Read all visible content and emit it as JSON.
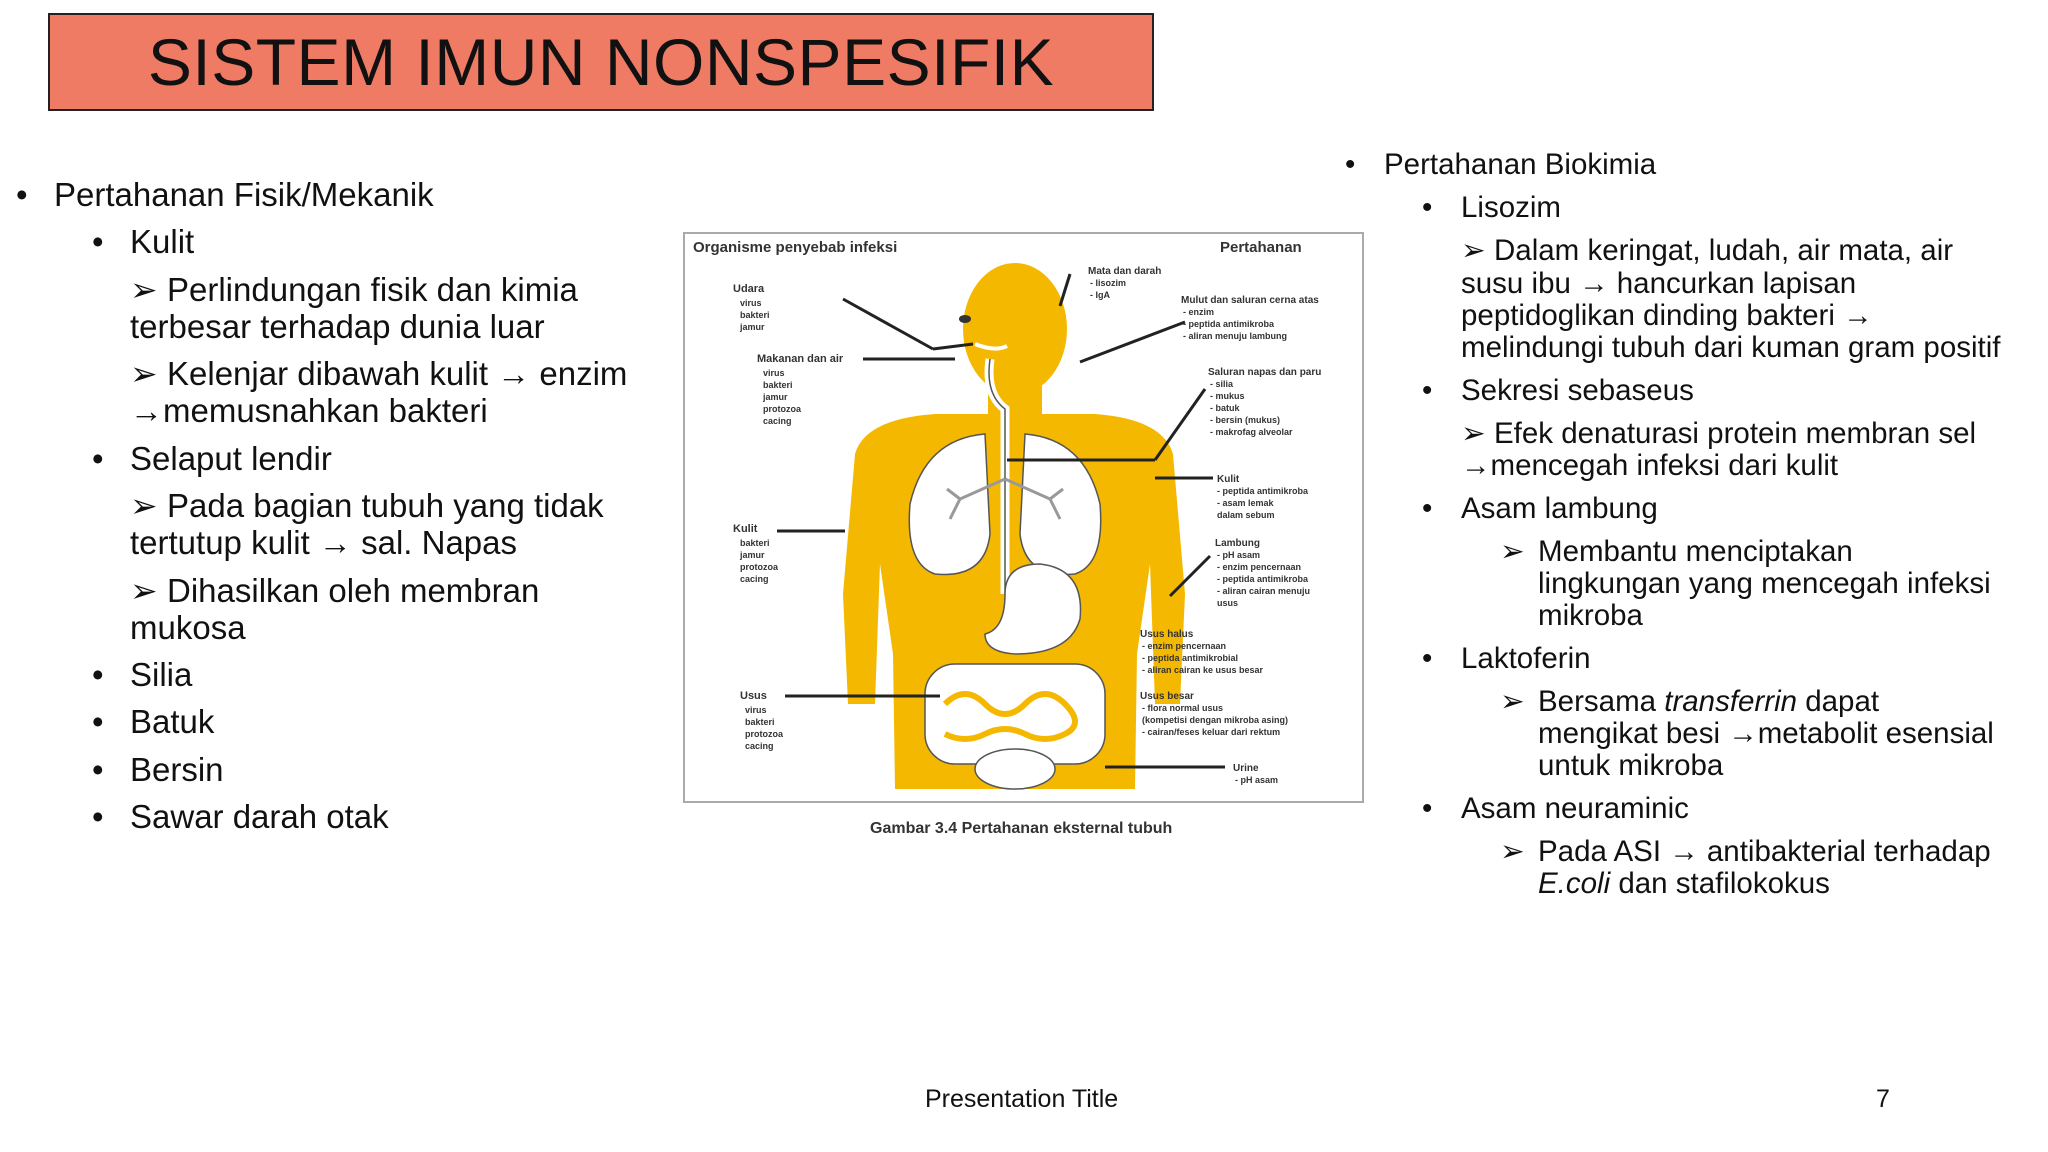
{
  "title": "SISTEM IMUN NONSPESIFIK",
  "left": {
    "heading": "Pertahanan Fisik/Mekanik",
    "kulit": "Kulit",
    "kulit_p1_l1": "Perlindungan fisik dan kimia",
    "kulit_p1_l2": "terbesar terhadap dunia luar",
    "kulit_p2_l1": "Kelenjar dibawah kulit → enzim",
    "kulit_p2_l2": "→memusnahkan bakteri",
    "selaput": "Selaput lendir",
    "selaput_p1_l1": "Pada bagian tubuh yang tidak",
    "selaput_p1_l2": "tertutup kulit → sal. Napas",
    "selaput_p2_l1": "Dihasilkan oleh membran",
    "selaput_p2_l2": "mukosa",
    "silia": "Silia",
    "batuk": "Batuk",
    "bersin": "Bersin",
    "sawar": "Sawar darah otak"
  },
  "right": {
    "heading": "Pertahanan Biokimia",
    "lisozim": "Lisozim",
    "lisozim_l1": "Dalam keringat, ludah, air mata, air",
    "lisozim_l2": "susu ibu → hancurkan lapisan",
    "lisozim_l3": "peptidoglikan dinding bakteri →",
    "lisozim_l4": "melindungi tubuh dari kuman gram positif",
    "sebaseus": "Sekresi sebaseus",
    "sebaseus_l1": "Efek denaturasi protein membran sel",
    "sebaseus_l2": "→mencegah infeksi dari kulit",
    "asam": "Asam lambung",
    "asam_l1": "Membantu menciptakan",
    "asam_l2": "lingkungan yang mencegah infeksi",
    "asam_l3": "mikroba",
    "laktoferin": "Laktoferin",
    "lakto_l1_a": "Bersama ",
    "lakto_l1_b": "transferrin",
    "lakto_l1_c": " dapat",
    "lakto_l2": "mengikat besi →metabolit esensial",
    "lakto_l3": "untuk mikroba",
    "neuraminic": "Asam neuraminic",
    "neur_l1": "Pada ASI → antibakterial terhadap",
    "neur_l2_a": "E.coli",
    "neur_l2_b": " dan stafilokokus"
  },
  "figure": {
    "header_left": "Organisme penyebab infeksi",
    "header_right": "Pertahanan",
    "udara": [
      "Udara",
      "virus",
      "bakteri",
      "jamur"
    ],
    "makanan": [
      "Makanan dan air",
      "virus",
      "bakteri",
      "jamur",
      "protozoa",
      "cacing"
    ],
    "kulit": [
      "Kulit",
      "bakteri",
      "jamur",
      "protozoa",
      "cacing"
    ],
    "usus": [
      "Usus",
      "virus",
      "bakteri",
      "protozoa",
      "cacing"
    ],
    "mata": [
      "Mata dan darah",
      "- lisozim",
      "- IgA"
    ],
    "mulut": [
      "Mulut dan saluran cerna atas",
      "- enzim",
      "- peptida antimikroba",
      "- aliran menuju lambung"
    ],
    "saluran": [
      "Saluran napas dan paru",
      "- silia",
      "- mukus",
      "- batuk",
      "- bersin (mukus)",
      "- makrofag alveolar"
    ],
    "kulit_def": [
      "Kulit",
      "- peptida antimikroba",
      "- asam lemak",
      "  dalam sebum"
    ],
    "lambung": [
      "Lambung",
      "- pH asam",
      "- enzim pencernaan",
      "- peptida antimikroba",
      "- aliran cairan menuju",
      "  usus"
    ],
    "halus": [
      "Usus halus",
      "- enzim pencernaan",
      "- peptida antimikrobial",
      "- aliran cairan ke usus besar"
    ],
    "besar": [
      "Usus besar",
      "- flora normal usus",
      "  (kompetisi dengan mikroba asing)",
      "- cairan/feses keluar dari rektum"
    ],
    "urine": [
      "Urine",
      "- pH asam"
    ],
    "caption": "Gambar 3.4 Pertahanan eksternal tubuh"
  },
  "footer": {
    "title": "Presentation Title",
    "page": "7"
  },
  "colors": {
    "title_bg": "#f07b65",
    "body_fill": "#f5b800"
  }
}
